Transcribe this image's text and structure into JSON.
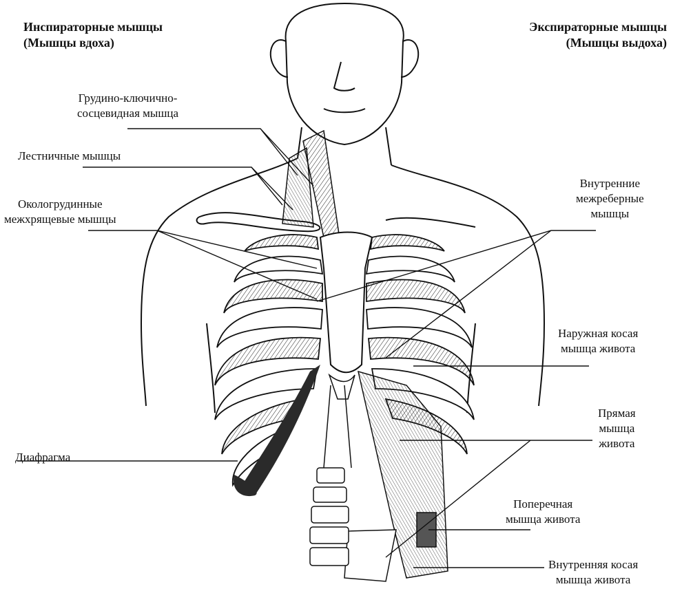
{
  "headings": {
    "left": [
      "Инспираторные мышцы",
      "(Мышцы вдоха)"
    ],
    "right": [
      "Экспираторные мышцы",
      "(Мышцы выдоха)"
    ]
  },
  "labels": {
    "sternocleidomastoid": [
      "Грудино-ключично-",
      "сосцевидная мышца"
    ],
    "scalenes": [
      "Лестничные мышцы"
    ],
    "parasternal": [
      "Окологрудинные",
      "межхрящевые мышцы"
    ],
    "diaphragm": [
      "Диафрагма"
    ],
    "internal_intercostal": [
      "Внутренние",
      "межреберные",
      "мышцы"
    ],
    "external_oblique": [
      "Наружная косая",
      "мышца живота"
    ],
    "rectus": [
      "Прямая",
      "мышца",
      "живота"
    ],
    "transverse": [
      "Поперечная",
      "мышца живота"
    ],
    "internal_oblique": [
      "Внутренняя косая",
      "мышца живота"
    ]
  },
  "colors": {
    "ink": "#111111",
    "shade": "#3a3a3a",
    "background": "#ffffff"
  }
}
